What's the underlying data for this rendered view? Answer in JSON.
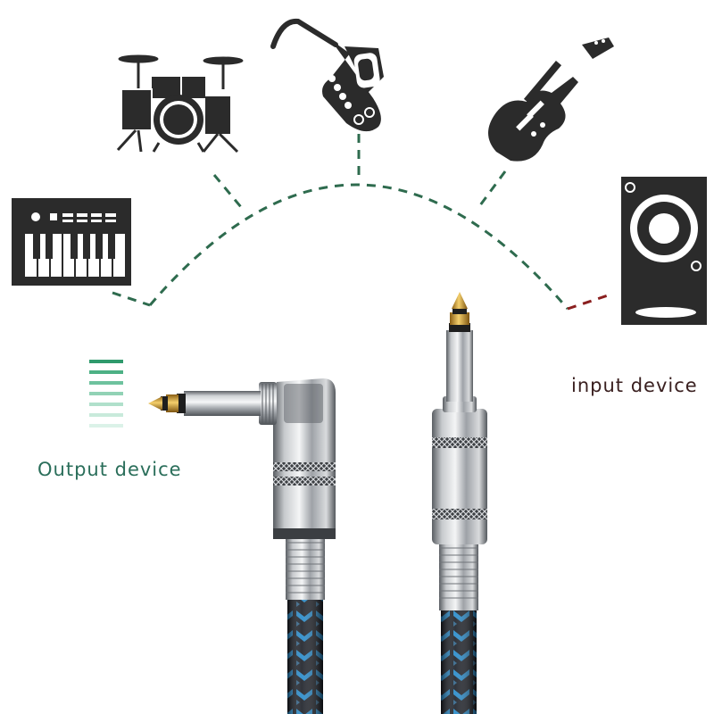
{
  "labels": {
    "output": "Output device",
    "input": "input device"
  },
  "instruments": [
    {
      "name": "drum kit",
      "icon": "drum-kit-icon"
    },
    {
      "name": "saxophone",
      "icon": "saxophone-icon"
    },
    {
      "name": "electric guitar",
      "icon": "electric-guitar-icon"
    },
    {
      "name": "keyboard",
      "icon": "keyboard-icon"
    },
    {
      "name": "speaker",
      "icon": "speaker-icon"
    }
  ],
  "colors": {
    "icon": "#2b2b2b",
    "arc": "#2e6b4e",
    "arc_end": "#8a1f1f",
    "output_text": "#2a6e5a",
    "input_text": "#3a2020",
    "cable_blue": "#1f86c8",
    "cable_black": "#141820",
    "metal": "#c9ccd0",
    "gold": "#d8a53a"
  }
}
